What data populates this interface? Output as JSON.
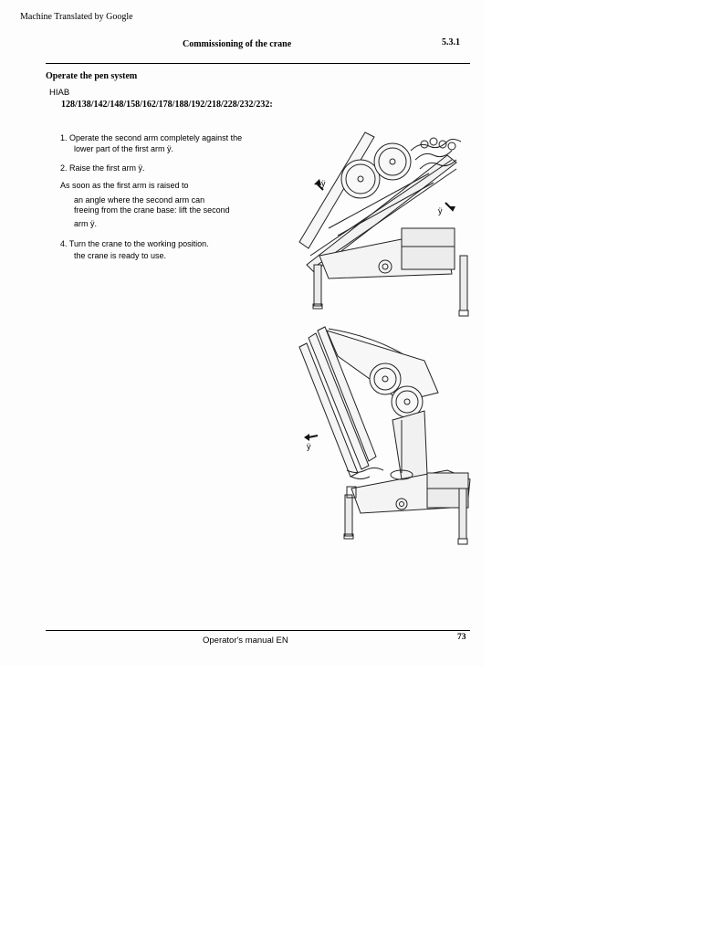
{
  "meta": {
    "machine_translated_note": "Machine Translated by Google"
  },
  "header": {
    "title": "Commissioning of the crane",
    "section_number": "5.3.1"
  },
  "section": {
    "title": "Operate the pen system",
    "brand": "HIAB",
    "models": "128/138/142/148/158/162/178/188/192/218/228/232/232:"
  },
  "steps": {
    "step1_line1": "1. Operate the second arm completely against the",
    "step1_line2": "lower part of the first arm ÿ.",
    "step2": "2. Raise the first arm ÿ.",
    "step3_intro": "As soon as the first arm is raised to",
    "step3_line1": "an angle where the second arm can",
    "step3_line2": "freeing from the crane base: lift the second",
    "step3_line3": "arm ÿ.",
    "step4_line1": "4. Turn the crane to the working position.",
    "step4_line2": "the crane is ready to use."
  },
  "figures": {
    "fig1_label_a": "ÿ",
    "fig1_label_b": "ÿ",
    "fig2_label": "ÿ"
  },
  "footer": {
    "title": "Operator's manual EN",
    "page_number": "73"
  }
}
